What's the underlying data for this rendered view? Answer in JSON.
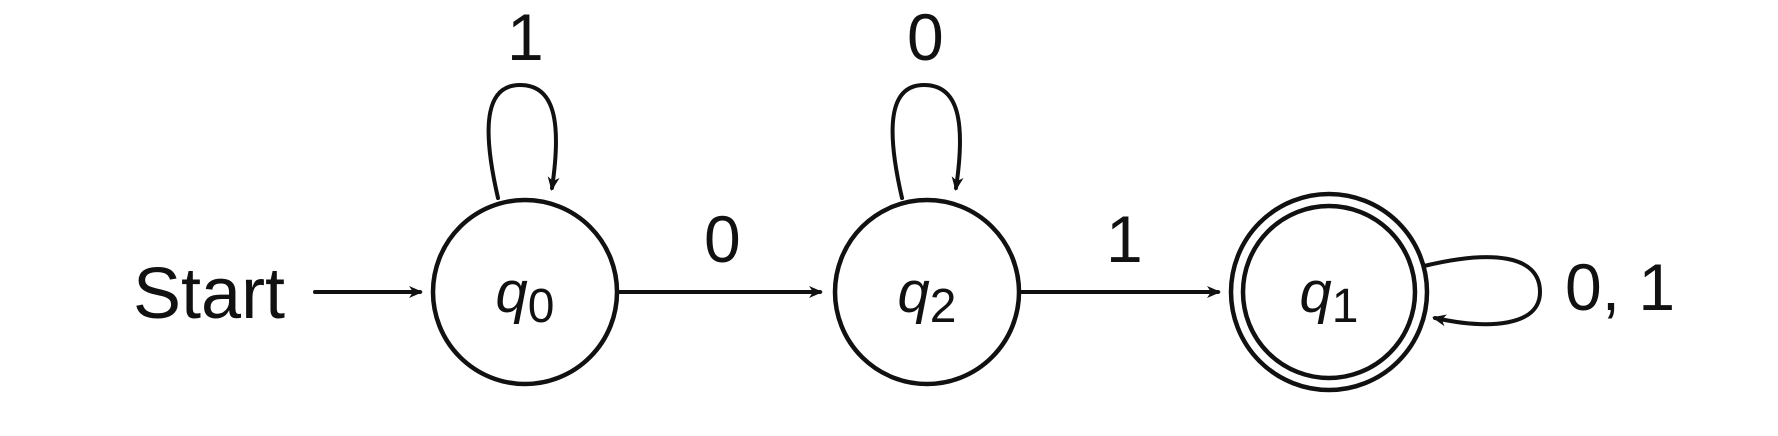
{
  "diagram": {
    "start_label": "Start",
    "states": [
      {
        "id": "q0",
        "name": "q",
        "subscript": "0",
        "accepting": false
      },
      {
        "id": "q2",
        "name": "q",
        "subscript": "2",
        "accepting": false
      },
      {
        "id": "q1",
        "name": "q",
        "subscript": "1",
        "accepting": true
      }
    ],
    "transitions": [
      {
        "from": "q0",
        "to": "q0",
        "label": "1"
      },
      {
        "from": "q0",
        "to": "q2",
        "label": "0"
      },
      {
        "from": "q2",
        "to": "q2",
        "label": "0"
      },
      {
        "from": "q2",
        "to": "q1",
        "label": "1"
      },
      {
        "from": "q1",
        "to": "q1",
        "label": "0, 1"
      }
    ],
    "colors": {
      "stroke": "#111111",
      "background": "#ffffff"
    }
  }
}
